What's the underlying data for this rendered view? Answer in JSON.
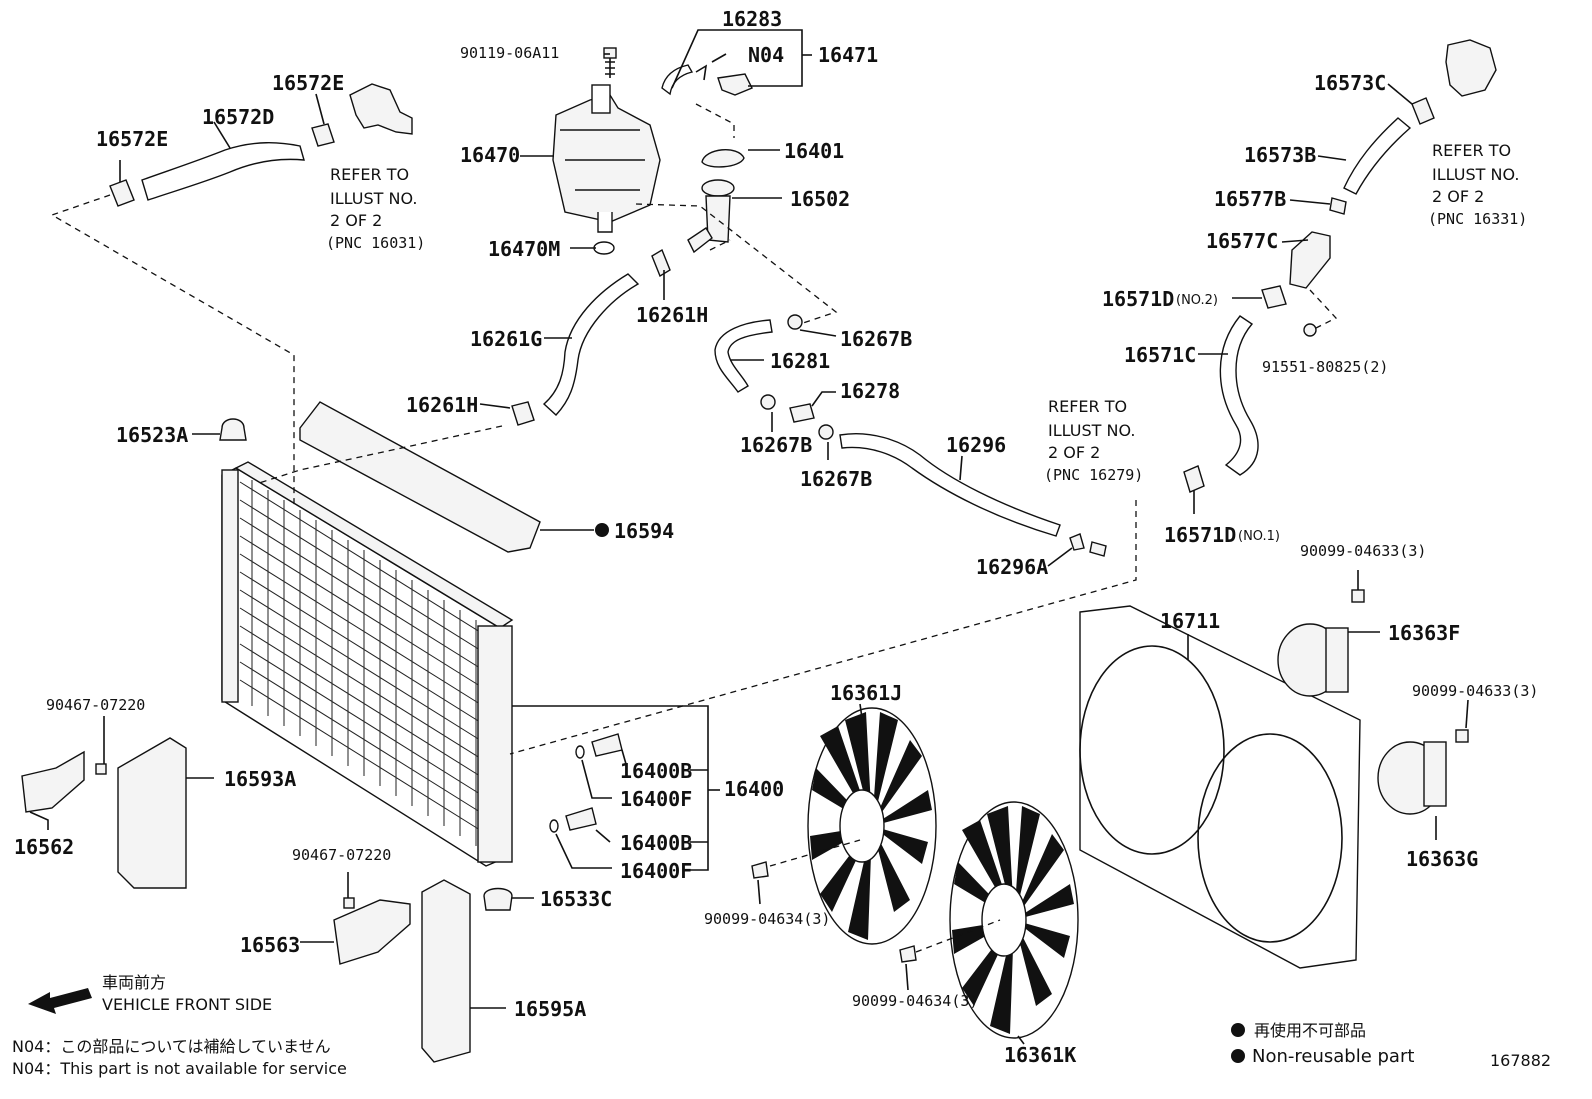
{
  "parts": {
    "p16283": "16283",
    "p90119": "90119-06A11",
    "pN04": "N04",
    "p16471": "16471",
    "p16572E_a": "16572E",
    "p16572D": "16572D",
    "p16572E_b": "16572E",
    "p16470": "16470",
    "p16401": "16401",
    "p16502": "16502",
    "p16470M": "16470M",
    "p16261H_a": "16261H",
    "p16261G": "16261G",
    "p16267B_a": "16267B",
    "p16281": "16281",
    "p16278": "16278",
    "p16261H_b": "16261H",
    "p16523A": "16523A",
    "p16267B_b": "16267B",
    "p16267B_c": "16267B",
    "p16296": "16296",
    "p16594": "16594",
    "p16296A": "16296A",
    "p16573C": "16573C",
    "p16573B": "16573B",
    "p16577B": "16577B",
    "p16577C": "16577C",
    "p16571D_2": "16571D",
    "p16571D_2_note": "(NO.2)",
    "p91551": "91551-80825(2)",
    "p16571C": "16571C",
    "p16571D_1": "16571D",
    "p16571D_1_note": "(NO.1)",
    "p90099_a": "90099-04633(3)",
    "p16363F": "16363F",
    "p16711": "16711",
    "p90099_b": "90099-04633(3)",
    "p16361J": "16361J",
    "p16363G": "16363G",
    "p90467_a": "90467-07220",
    "p16593A": "16593A",
    "p16400B_a": "16400B",
    "p16400": "16400",
    "p16400F_a": "16400F",
    "p16400B_b": "16400B",
    "p16400F_b": "16400F",
    "p16562": "16562",
    "p90467_b": "90467-07220",
    "p16533C": "16533C",
    "p90099_c": "90099-04634(3)",
    "p16563": "16563",
    "p90099_d": "90099-04634(3)",
    "p16595A": "16595A",
    "p16361K": "16361K"
  },
  "refs": {
    "r1": [
      "REFER TO",
      "ILLUST NO.",
      "2 OF 2",
      "(PNC 16031)"
    ],
    "r2": [
      "REFER TO",
      "ILLUST NO.",
      "2 OF 2",
      "(PNC 16331)"
    ],
    "r3": [
      "REFER TO",
      "ILLUST NO.",
      "2 OF 2",
      "(PNC 16279)"
    ]
  },
  "legend": {
    "front_jp": "車両前方",
    "front_en": "VEHICLE FRONT SIDE",
    "n04_jp": "N04：この部品については補給していません",
    "n04_en": "N04：This part is not available for service",
    "nonreuse_jp": "再使用不可部品",
    "nonreuse_en": "Non-reusable part",
    "illust_no": "167882"
  }
}
